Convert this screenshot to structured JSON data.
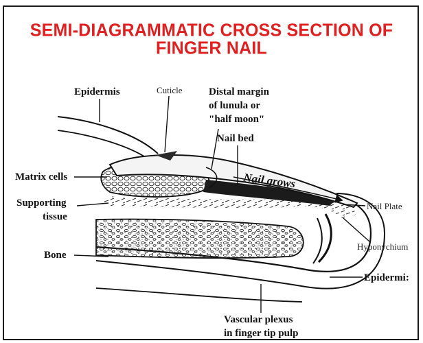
{
  "title": {
    "line1": "SEMI-DIAGRAMMATIC CROSS SECTION OF",
    "line2": "FINGER NAIL"
  },
  "labels": {
    "epidermis_top": "Epidermis",
    "cuticle": "Cuticle",
    "distal_margin_1": "Distal margin",
    "distal_margin_2": "of lunula or",
    "distal_margin_3": "\"half moon\"",
    "nail_bed": "Nail bed",
    "matrix_cells": "Matrix cells",
    "nail_grows": "Nail grows",
    "nail_plate": "Nail Plate",
    "supporting_1": "Supporting",
    "supporting_2": "tissue",
    "hyponychium": "Hyponychium",
    "bone": "Bone",
    "epidermis_right": "Epidermi:",
    "vascular_1": "Vascular plexus",
    "vascular_2": "in finger tip pulp"
  },
  "colors": {
    "title": "#e02020",
    "ink": "#111111"
  }
}
